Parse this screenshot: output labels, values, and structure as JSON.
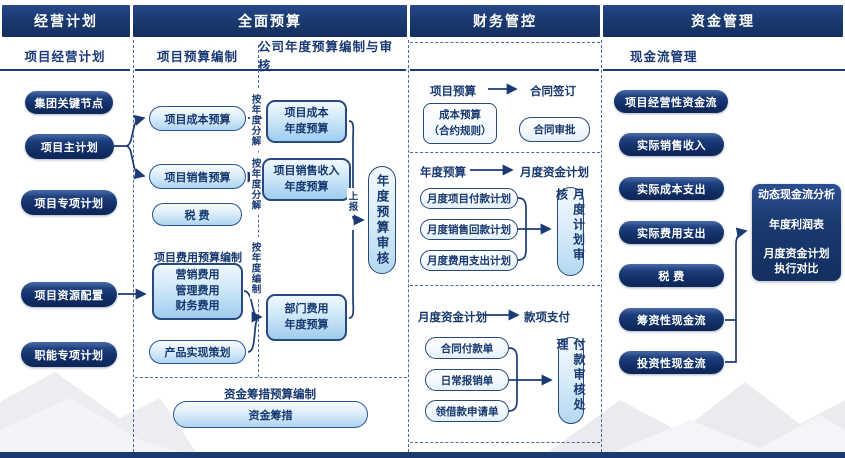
{
  "columns": {
    "plan": {
      "header": "经营计划",
      "subheader": "项目经营计划",
      "pills": [
        "集团关键节点",
        "项目主计划",
        "项目专项计划",
        "项目资源配置",
        "职能专项计划"
      ]
    },
    "budget": {
      "header": "全面预算",
      "sub_left": "项目预算编制",
      "sub_right": "公司年度预算编制与审核",
      "oval_cost": "项目成本预算",
      "oval_sales": "项目销售预算",
      "oval_tax": "税  费",
      "fee_label": "项目费用预算编制",
      "fee_lines": "营销费用\n管理费用\n财务费用",
      "oval_product": "产品实现策划",
      "year_cost": "项目成本\n年度预算",
      "year_sales": "项目销售收入\n年度预算",
      "year_dept": "部门费用\n年度预算",
      "review": "年度预算审核",
      "label_split1": "按年度分解",
      "label_split2": "按年度分解",
      "label_compile": "按年度编制",
      "label_submit": "上报",
      "raise_label": "资金筹措预算编制",
      "raise_oval": "资金筹措"
    },
    "control": {
      "header": "财务管控",
      "s1": {
        "from": "项目预算",
        "to": "合同签订",
        "box": "成本预算\n（合约规则）",
        "oval": "合同审批"
      },
      "s2": {
        "from": "年度预算",
        "to": "月度资金计划",
        "items": [
          "月度项目付款计划",
          "月度销售回款计划",
          "月度费用支出计划"
        ],
        "review": "月度计划审核"
      },
      "s3": {
        "from": "月度资金计划",
        "to": "款项支付",
        "items": [
          "合同付款单",
          "日常报销单",
          "领借款申请单"
        ],
        "review": "付款审核处理"
      }
    },
    "funds": {
      "header": "资金管理",
      "subheader": "现金流管理",
      "pills": [
        "项目经营性资金流",
        "实际销售收入",
        "实际成本支出",
        "实际费用支出",
        "税  费",
        "筹资性现金流",
        "投资性现金流"
      ],
      "analysis": "动态现金流分析\n\n年度利润表\n\n月度资金计划\n执行对比"
    }
  },
  "colors": {
    "navy": "#1a3a70",
    "node_border": "#27497f",
    "light_fill": "#cfe7f8",
    "dashed_line": "#4a6aa5"
  }
}
